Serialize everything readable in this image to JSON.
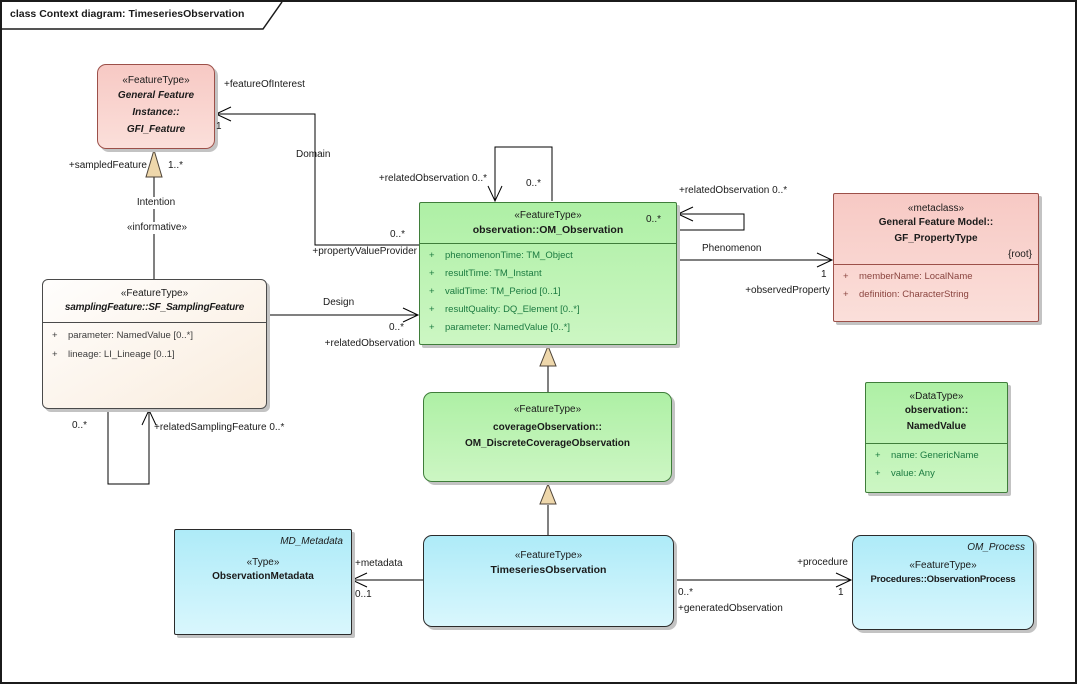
{
  "frame": {
    "title": "class Context diagram: TimeseriesObservation"
  },
  "colors": {
    "feature_type_green": "#b7f1ad",
    "metaclass_pink": "#f7c9c4",
    "type_cyan": "#b9eef9",
    "neutral_cream": "#fbf0e4",
    "generalization_tan": "#eed7ab",
    "green_attribute_text": "#1b7a40",
    "pink_attribute_text": "#8b4540"
  },
  "classes": {
    "gfi": {
      "stereotype": "«FeatureType»",
      "name_lines": [
        "General Feature",
        "Instance::",
        "GFI_Feature"
      ]
    },
    "sf": {
      "stereotype": "«FeatureType»",
      "name": "samplingFeature::SF_SamplingFeature",
      "attributes": [
        {
          "vis": "+",
          "text": "parameter: NamedValue [0..*]"
        },
        {
          "vis": "+",
          "text": "lineage: LI_Lineage [0..1]"
        }
      ]
    },
    "om": {
      "stereotype": "«FeatureType»",
      "name": "observation::OM_Observation",
      "attributes": [
        {
          "vis": "+",
          "text": "phenomenonTime: TM_Object"
        },
        {
          "vis": "+",
          "text": "resultTime: TM_Instant"
        },
        {
          "vis": "+",
          "text": "validTime: TM_Period [0..1]"
        },
        {
          "vis": "+",
          "text": "resultQuality: DQ_Element [0..*]"
        },
        {
          "vis": "+",
          "text": "parameter: NamedValue [0..*]"
        }
      ]
    },
    "gfpt": {
      "stereotype": "«metaclass»",
      "name_lines": [
        "General Feature Model::",
        "GF_PropertyType"
      ],
      "tag": "{root}",
      "attributes": [
        {
          "vis": "+",
          "text": "memberName: LocalName"
        },
        {
          "vis": "+",
          "text": "definition: CharacterString"
        }
      ]
    },
    "odco": {
      "stereotype": "«FeatureType»",
      "name_lines": [
        "coverageObservation::",
        "OM_DiscreteCoverageObservation"
      ]
    },
    "nv": {
      "stereotype": "«DataType»",
      "name_lines": [
        "observation::",
        "NamedValue"
      ],
      "attributes": [
        {
          "vis": "+",
          "text": "name: GenericName"
        },
        {
          "vis": "+",
          "text": "value: Any"
        }
      ]
    },
    "tso": {
      "stereotype": "«FeatureType»",
      "name": "TimeseriesObservation"
    },
    "ometa": {
      "annotation": "MD_Metadata",
      "stereotype": "«Type»",
      "name": "ObservationMetadata"
    },
    "oproc": {
      "annotation": "OM_Process",
      "stereotype": "«FeatureType»",
      "name": "Procedures::ObservationProcess"
    }
  },
  "edges": {
    "intention": {
      "name": "Intention",
      "stereotype": "«informative»",
      "target_role": "+sampledFeature",
      "target_mult": "1..*"
    },
    "domain": {
      "name": "Domain",
      "target_role": "+featureOfInterest",
      "target_mult": "1",
      "source_role": "+propertyValueProvider",
      "source_mult": "0..*"
    },
    "design": {
      "name": "Design",
      "target_role": "+relatedObservation",
      "target_mult": "0..*"
    },
    "phenomenon": {
      "name": "Phenomenon",
      "target_role": "+observedProperty",
      "target_mult": "1"
    },
    "related_observation_top": {
      "label": "+relatedObservation 0..*",
      "mult": "0..*"
    },
    "related_observation_right": {
      "label": "+relatedObservation 0..*",
      "mult": "0..*"
    },
    "related_sampling_feature": {
      "label": "+relatedSamplingFeature 0..*",
      "source_mult": "0..*"
    },
    "metadata": {
      "target_role": "+metadata",
      "target_mult": "0..1"
    },
    "procedure": {
      "target_role": "+procedure",
      "target_mult": "1",
      "source_role": "+generatedObservation",
      "source_mult": "0..*"
    }
  }
}
